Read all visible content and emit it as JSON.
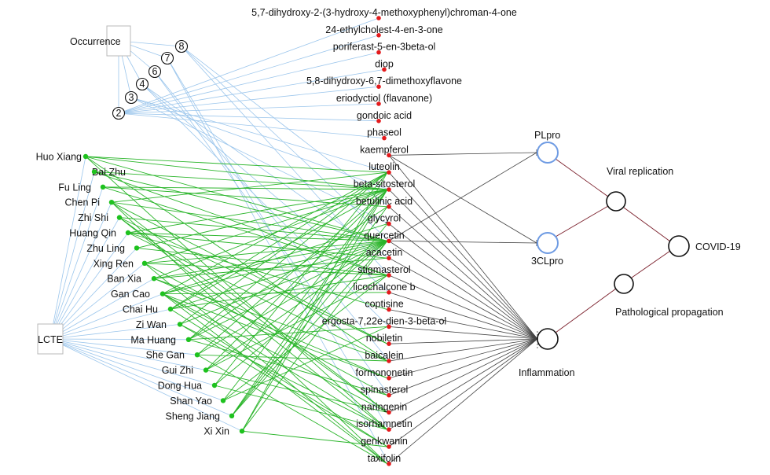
{
  "sources": {
    "occurrence": "Occurrence",
    "lcte": "LCTE"
  },
  "occurrence_counts": [
    "2",
    "3",
    "4",
    "6",
    "7",
    "8"
  ],
  "herbs": [
    "Huo Xiang",
    "Bai Zhu",
    "Fu Ling",
    "Chen Pi",
    "Zhi Shi",
    "Huang Qin",
    "Zhu Ling",
    "Xing Ren",
    "Ban Xia",
    "Gan Cao",
    "Chai Hu",
    "Zi Wan",
    "Ma Huang",
    "She Gan",
    "Gui Zhi",
    "Dong Hua",
    "Shan Yao",
    "Sheng Jiang",
    "Xi Xin"
  ],
  "compounds": [
    "5,7-dihydroxy-2-(3-hydroxy-4-methoxyphenyl)chroman-4-one",
    "24-ethylcholest-4-en-3-one",
    "poriferast-5-en-3beta-ol",
    "diop",
    "5,8-dihydroxy-6,7-dimethoxyflavone",
    "eriodyctiol (flavanone)",
    "gondoic acid",
    "phaseol",
    "kaempferol",
    "luteolin",
    "beta-sitosterol",
    "betulinic acid",
    "glycyrol",
    "quercetin",
    "acacetin",
    "stigmasterol",
    "licochalcone b",
    "coptisine",
    "ergosta-7,22e-dien-3-beta-ol",
    "nobiletin",
    "baicalein",
    "formononetin",
    "spinasterol",
    "naringenin",
    "isorhamnetin",
    "genkwanin",
    "taxifolin"
  ],
  "targets": {
    "plpro": "PLpro",
    "clpro": "3CLpro",
    "inflammation": "Inflammation",
    "viral_replication": "Viral replication",
    "pathological_propagation": "Pathological propagation",
    "covid": "COVID-19"
  },
  "colors": {
    "herb_node": "#1ec21e",
    "compound_node": "#e41a1c",
    "source_edge": "#9cc6ec",
    "herb_edge": "#2ab52a",
    "compound_edge": "#444444",
    "pathway_edge": "#7a1e2a",
    "protease_node": "#6e9be3"
  }
}
